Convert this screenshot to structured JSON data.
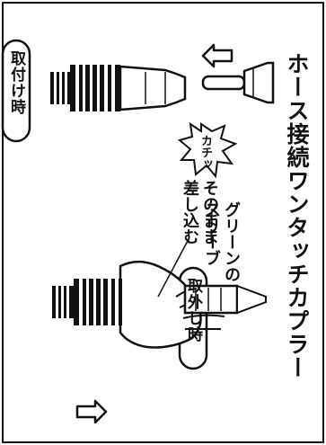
{
  "title": "ホース接続ワンタッチカプラー",
  "labels": {
    "attach": "取付け時",
    "detach": "取外し時",
    "insert_line1": "そのまま",
    "insert_line2": "差し込む",
    "click": "カチッ",
    "sleeve_line1": "グリーンの",
    "sleeve_line2": "スリーブ"
  }
}
